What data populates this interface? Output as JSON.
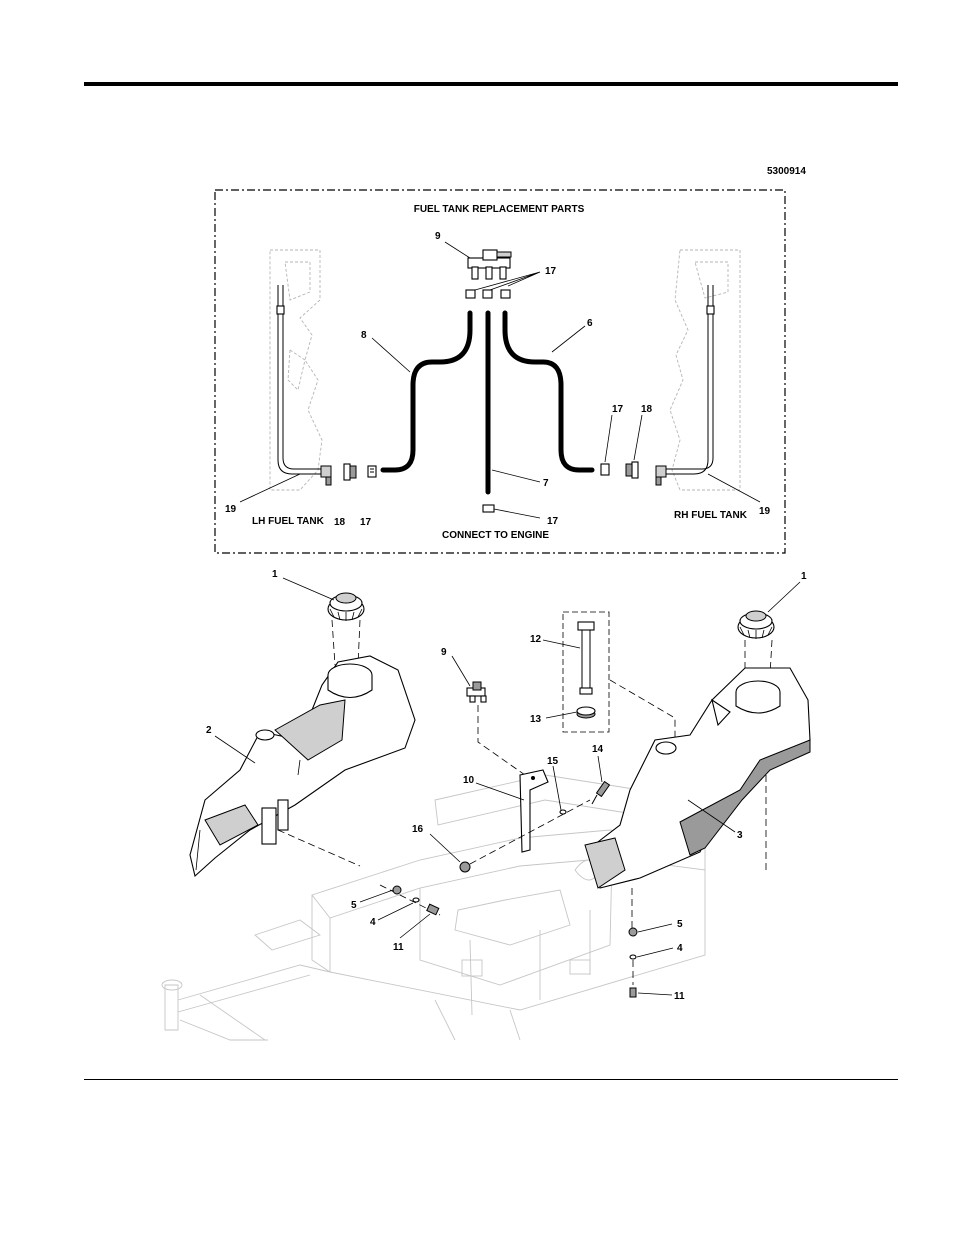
{
  "document": {
    "figure_number": "5300914",
    "inset_title": "FUEL TANK REPLACEMENT PARTS",
    "lh_fuel_tank_label": "LH FUEL TANK",
    "rh_fuel_tank_label": "RH FUEL TANK",
    "connect_label": "CONNECT TO ENGINE"
  },
  "callouts": {
    "c1": "1",
    "c2": "2",
    "c3": "3",
    "c4": "4",
    "c5": "5",
    "c6": "6",
    "c7": "7",
    "c8": "8",
    "c9": "9",
    "c10": "10",
    "c11": "11",
    "c12": "12",
    "c13": "13",
    "c14": "14",
    "c15": "15",
    "c16": "16",
    "c17": "17",
    "c18": "18",
    "c19": "19"
  }
}
